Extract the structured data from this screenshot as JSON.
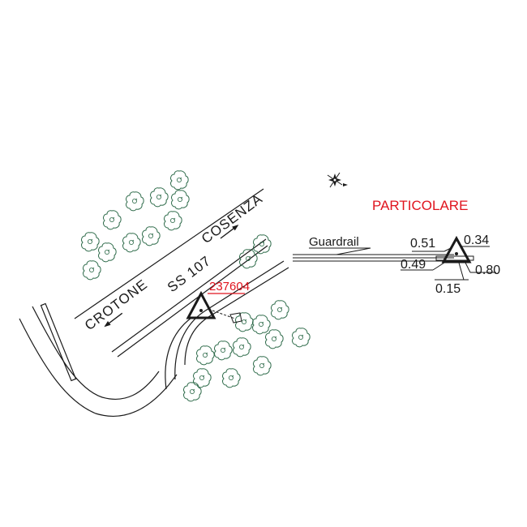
{
  "labels": {
    "road_name": "SS 107",
    "direction_left": "CROTONE",
    "direction_right": "COSENZA",
    "point_id": "237604",
    "detail_title": "PARTICOLARE",
    "guardrail": "Guardrail"
  },
  "dimensions": {
    "d1": "0.51",
    "d2": "0.34",
    "d3": "0.49",
    "d4": "0.80",
    "d5": "0.15"
  },
  "icons": {
    "north": "compass-rose-icon",
    "tree": "tree-icon",
    "survey_point": "survey-triangle-icon"
  },
  "colors": {
    "line": "#1a1a1a",
    "tree": "#2e6b4a",
    "accent": "#e0141e"
  }
}
